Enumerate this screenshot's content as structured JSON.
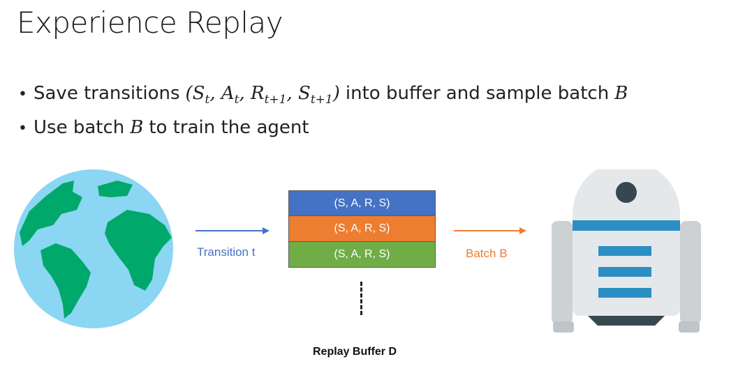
{
  "title": "Experience Replay",
  "bullets": {
    "b1_before": "Save transitions",
    "b1_S": "S",
    "b1_t": "t",
    "b1_A": "A",
    "b1_R": "R",
    "b1_t1": "t+1",
    "b1_after": "into buffer and sample batch",
    "b1_batch": "B",
    "b2_before": "Use batch",
    "b2_batch": "B",
    "b2_after": "to train the agent"
  },
  "diagram": {
    "transition_label": "Transition t",
    "batch_label": "Batch B",
    "buffer_rows": [
      "(S, A, R, S)",
      "(S, A, R, S)",
      "(S, A, R, S)"
    ],
    "buffer_label": "Replay Buffer D"
  },
  "colors": {
    "row_blue": "#4472C4",
    "row_orange": "#ED7D31",
    "row_green": "#70AD47",
    "ocean": "#8BD6F2",
    "land": "#00A86B",
    "robot_blue": "#2C8FC4",
    "robot_body": "#E5E8EA"
  },
  "icons": {
    "world": "globe-icon",
    "agent": "robot-icon"
  }
}
